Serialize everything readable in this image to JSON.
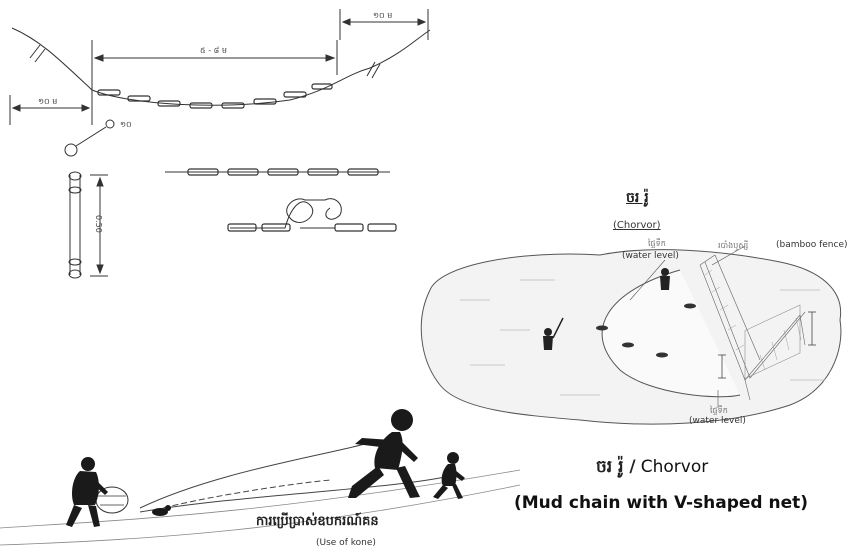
{
  "gear_drawing": {
    "dim_left": "១០ ម",
    "dim_mid": "៥ - ៨ ម",
    "dim_right": "១០ ម",
    "dim_small": "១០",
    "dim_vertical": "0.50"
  },
  "chorvor_diagram": {
    "title_khmer": "ចរ រ៉ូ",
    "title_english": "(Chorvor)",
    "label_water_level_khmer": "ផ្ទៃទឹក",
    "label_water_level_top": "(water level)",
    "label_bamboo_khmer": "របាំងឬស្សី",
    "label_bamboo": "(bamboo fence)",
    "label_water_level_bottom_khmer": "ផ្ទៃទឹក",
    "label_water_level_bottom": "(water level)",
    "caption_khmer": "ចរ រ៉ូ /",
    "caption_latin": "Chorvor",
    "caption_english": "(Mud chain with V-shaped net)"
  },
  "kone_use": {
    "caption_khmer": "ការប្រើប្រាស់ឧបករណ៍គន",
    "caption_english": "(Use of kone)"
  }
}
